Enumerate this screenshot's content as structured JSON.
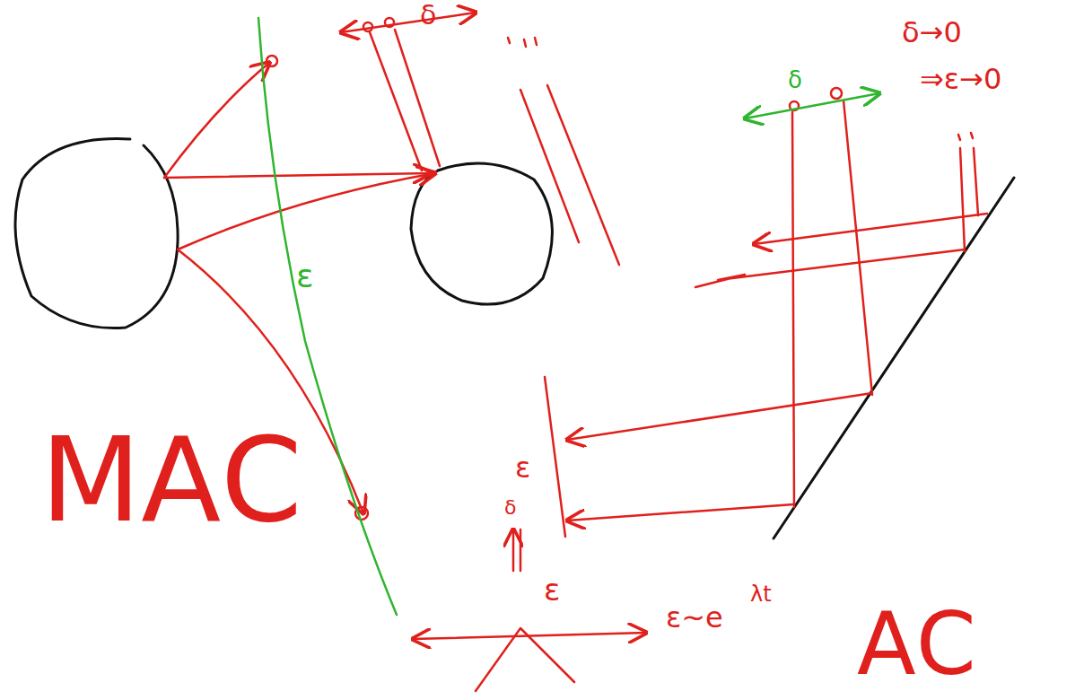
{
  "diagram": {
    "labels": [
      "δ",
      "δ→0",
      "⇒ε→0",
      "δ",
      "ε",
      "ε",
      "δ",
      "ε",
      "ε~e",
      "λt",
      "МАС",
      "АС"
    ]
  }
}
